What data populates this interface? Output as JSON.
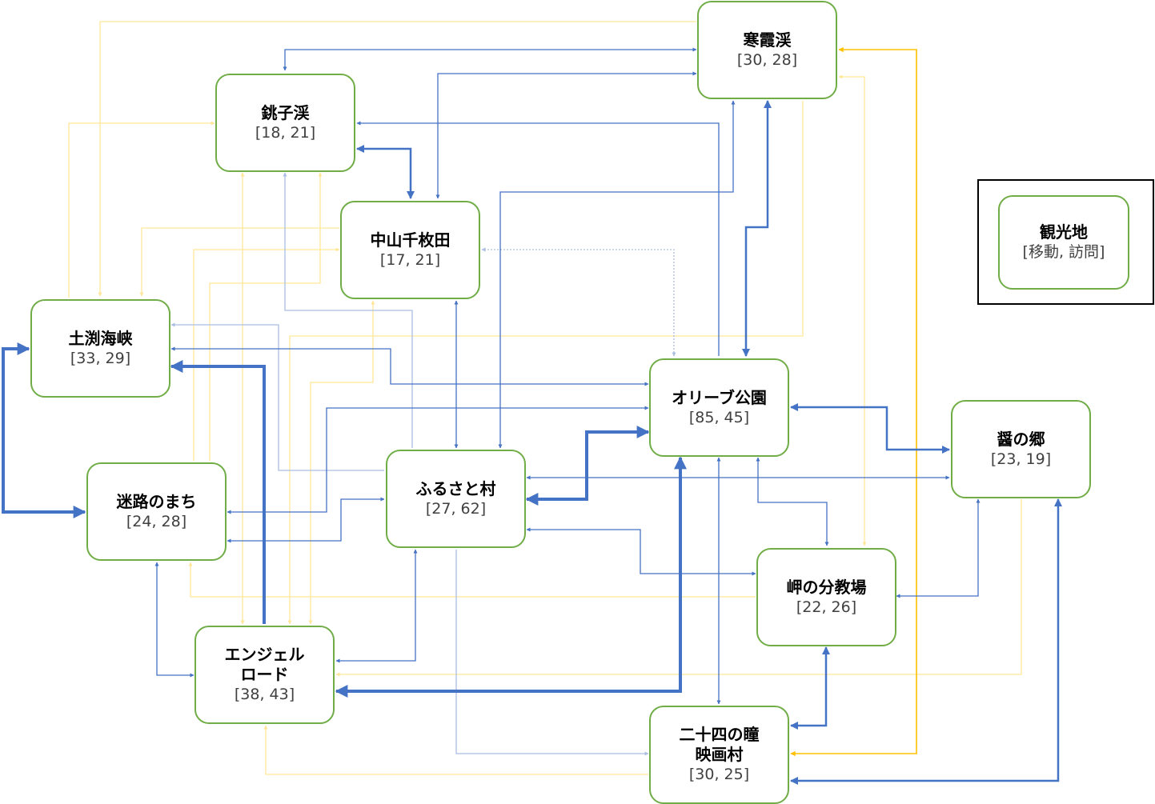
{
  "nodes": {
    "kankake": {
      "name": "寒霞渓",
      "value": "[30, 28]"
    },
    "choshi": {
      "name": "銚子渓",
      "value": "[18, 21]"
    },
    "nakayama": {
      "name": "中山千枚田",
      "value": "[17, 21]"
    },
    "tonosho": {
      "name": "土渕海峡",
      "value": "[33, 29]"
    },
    "olive": {
      "name": "オリーブ公園",
      "value": "[85, 45]"
    },
    "hishio": {
      "name": "醤の郷",
      "value": "[23, 19]"
    },
    "meiro": {
      "name": "迷路のまち",
      "value": "[24, 28]"
    },
    "furusato": {
      "name": "ふるさと村",
      "value": "[27, 62]"
    },
    "misaki": {
      "name": "岬の分教場",
      "value": "[22, 26]"
    },
    "angel": {
      "name": "エンジェル\nロード",
      "value": "[38, 43]"
    },
    "nijushi": {
      "name": "二十四の瞳\n映画村",
      "value": "[30, 25]"
    }
  },
  "legend": {
    "name": "観光地",
    "value": "[移動, 訪問]"
  },
  "colors": {
    "blue": "#4472C4",
    "lightblue": "#A9BEE2",
    "yellow": "#FFC000",
    "lightyellow": "#FFE699",
    "node_border": "#70AD47"
  }
}
